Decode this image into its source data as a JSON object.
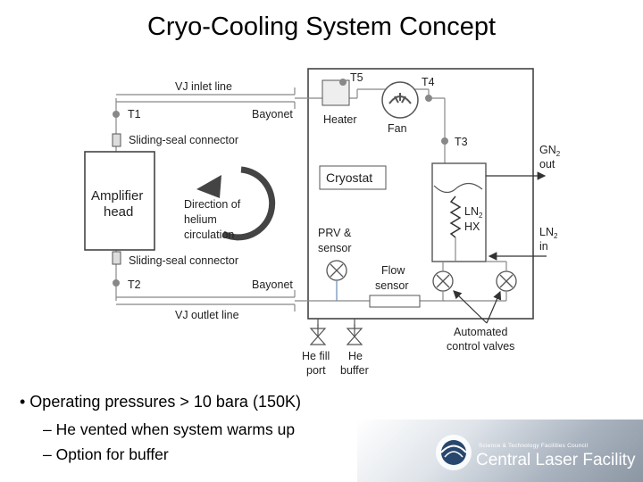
{
  "title": "Cryo-Cooling System Concept",
  "diagram": {
    "vj_inlet": "VJ inlet line",
    "vj_outlet": "VJ outlet line",
    "t1": "T1",
    "t2": "T2",
    "t3": "T3",
    "t4": "T4",
    "t5": "T5",
    "bayonet_top": "Bayonet",
    "bayonet_bottom": "Bayonet",
    "sliding_top": "Sliding-seal connector",
    "sliding_bottom": "Sliding-seal connector",
    "amplifier_line1": "Amplifier",
    "amplifier_line2": "head",
    "direction_line1": "Direction of",
    "direction_line2": "helium",
    "direction_line3": "circulation",
    "heater": "Heater",
    "fan": "Fan",
    "cryostat": "Cryostat",
    "ln2hx_line1": "LN",
    "ln2hx_sub": "2",
    "ln2hx_line2": "HX",
    "gn2_line1": "GN",
    "gn2_sub": "2",
    "gn2_line2": "out",
    "ln2in_line1": "LN",
    "ln2in_sub": "2",
    "ln2in_line2": "in",
    "prv_line1": "PRV &",
    "prv_line2": "sensor",
    "flow_line1": "Flow",
    "flow_line2": "sensor",
    "he_fill_line1": "He fill",
    "he_fill_line2": "port",
    "he_buffer_line1": "He",
    "he_buffer_line2": "buffer",
    "auto_line1": "Automated",
    "auto_line2": "control valves"
  },
  "bullets": {
    "main": "•  Operating pressures > 10 bara (150K)",
    "sub1": "– He vented when system warms up",
    "sub2": "– Option for buffer"
  },
  "logo": {
    "small": "Science & Technology Facilities Council",
    "big": "Central Laser Facility"
  }
}
